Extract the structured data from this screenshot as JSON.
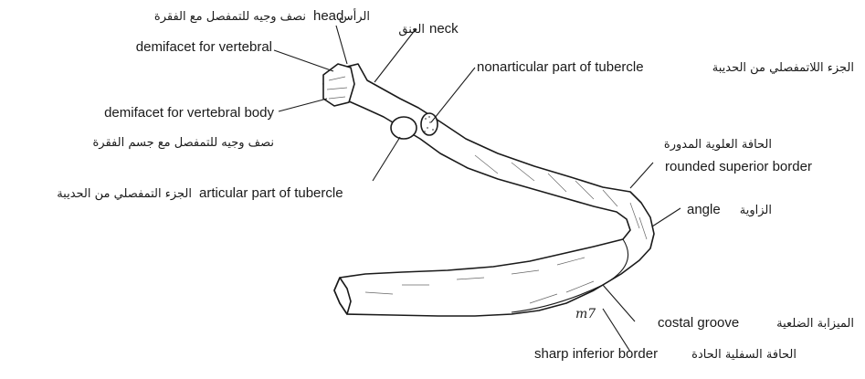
{
  "labels": {
    "head": {
      "en": "head",
      "ar": "الرأس"
    },
    "neck": {
      "en": "neck",
      "ar": "العنق"
    },
    "demifacet_vertebral": {
      "en": "demifacet for vertebral",
      "ar": "نصف وجيه للتمفصل مع الفقرة"
    },
    "nonarticular_tubercle": {
      "en": "nonarticular part of tubercle",
      "ar": "الجزء اللاتمفصلي من الحديبة"
    },
    "demifacet_body": {
      "en": "demifacet for vertebral body",
      "ar": "نصف وجيه للتمفصل مع جسم الفقرة"
    },
    "rounded_superior": {
      "en": "rounded superior border",
      "ar": "الحافة العلوية المدورة"
    },
    "articular_tubercle": {
      "en": "articular part of tubercle",
      "ar": "الجزء التمفصلي من الحديبة"
    },
    "angle": {
      "en": "angle",
      "ar": "الزاوية"
    },
    "costal_groove": {
      "en": "costal groove",
      "ar": "الميزابة الضلعية"
    },
    "sharp_inferior": {
      "en": "sharp inferior border",
      "ar": "الحافة السفلية الحادة"
    }
  },
  "signature": "m7"
}
